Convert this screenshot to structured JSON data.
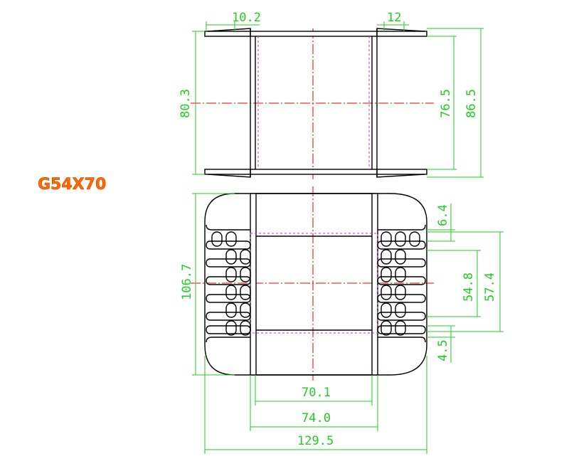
{
  "drawing": {
    "model": "G54X70",
    "colors": {
      "outline": "#000000",
      "dimension": "#22cc22",
      "centerline": "#ee0000",
      "hidden_line": "#cc33cc",
      "model_label": "#ff6a00"
    },
    "top_view": {
      "dims": {
        "flange_left_width": "10.2",
        "flange_right_width": "12",
        "total_height_left": "80.3",
        "inner_height": "76.5",
        "outer_height": "86.5"
      }
    },
    "front_view": {
      "dims": {
        "total_height": "106.7",
        "slot_top": "6.4",
        "window_height": "54.8",
        "window_height_outer": "57.4",
        "slot_bottom": "4.5",
        "inner_width": "70.1",
        "core_width": "74.0",
        "total_width": "129.5"
      }
    }
  }
}
